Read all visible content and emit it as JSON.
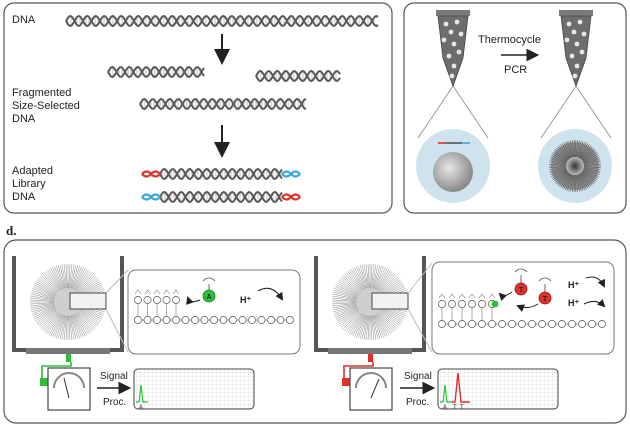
{
  "panel_c": {
    "labels": {
      "dna": "DNA",
      "fragmented": [
        "Fragmented",
        "Size-Selected",
        "DNA"
      ],
      "adapted": [
        "Adapted",
        "Library",
        "DNA"
      ]
    }
  },
  "panel_pcr": {
    "thermocycle": "Thermocycle",
    "pcr": "PCR"
  },
  "panel_d": {
    "label": "d.",
    "left": {
      "signal": "Signal",
      "proc": "Proc.",
      "nucleotide": "A",
      "ion": "H⁺",
      "trace_labels": [
        "A"
      ]
    },
    "right": {
      "signal": "Signal",
      "proc": "Proc.",
      "nucleotides": [
        "T",
        "T"
      ],
      "ions": [
        "H⁺",
        "H⁺"
      ],
      "trace_labels": [
        "A",
        "T",
        "T"
      ]
    }
  },
  "colors": {
    "strand": "#5a5a5a",
    "adapter_red": "#e0302a",
    "adapter_blue": "#3aa8d8",
    "nuc_green": "#2fbf3a",
    "nuc_red": "#e0302a",
    "bead_halo": "#cfe3ee"
  }
}
